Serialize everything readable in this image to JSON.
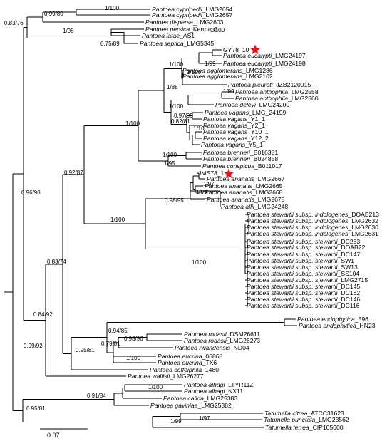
{
  "figure": {
    "scale_bar_label": "0.07",
    "marker_color": "#e8141a",
    "marker_icon": "star-icon"
  },
  "taxa": [
    {
      "genus": "Pantoea",
      "epithet": "cypripedii",
      "strain": "_LMG2654"
    },
    {
      "genus": "Pantoea",
      "epithet": "cypripedii",
      "strain": "_LMG2657"
    },
    {
      "genus": "Pantoea",
      "epithet": "dispersa",
      "strain": "_LMG2603"
    },
    {
      "genus": "Pantoea",
      "epithet": "persica",
      "strain": "_Kerman3"
    },
    {
      "genus": "Pantoea",
      "epithet": "latae",
      "strain": "_AS1"
    },
    {
      "genus": "Pantoea",
      "epithet": "septica",
      "strain": "_LMG5345"
    },
    {
      "plain": "GY78_10",
      "marked": true
    },
    {
      "genus": "Pantoea",
      "epithet": "eucalypti",
      "strain": "_LMG24197"
    },
    {
      "genus": "Pantoea",
      "epithet": "eucalypti",
      "strain": "_LMG24198"
    },
    {
      "genus": "Pantoea",
      "epithet": "agglomerans",
      "strain": "_LMG1286"
    },
    {
      "genus": "Pantoea",
      "epithet": "agglomerans",
      "strain": "_LMG2102"
    },
    {
      "genus": "Pantoea",
      "epithet": "pleuroti",
      "strain": "_JZB2120015"
    },
    {
      "genus": "Pantoea",
      "epithet": "anthophila",
      "strain": "_LMG2558"
    },
    {
      "genus": "Pantoea",
      "epithet": "anthophila",
      "strain": "_LMG2560"
    },
    {
      "genus": "Pantoea",
      "epithet": "deleyi",
      "strain": "_LMG24200"
    },
    {
      "genus": "Pantoea",
      "epithet": "vagans",
      "strain": "_LMG_24199"
    },
    {
      "genus": "Pantoea",
      "epithet": "vagans",
      "strain": "_Y1_1"
    },
    {
      "genus": "Pantoea",
      "epithet": "vagans",
      "strain": "_Y2_1"
    },
    {
      "genus": "Pantoea",
      "epithet": "vagans",
      "strain": "_Y10_1"
    },
    {
      "genus": "Pantoea",
      "epithet": "vagans",
      "strain": "_Y12_2"
    },
    {
      "genus": "Pantoea",
      "epithet": "vagans",
      "strain": "_Y5_1"
    },
    {
      "genus": "Pantoea",
      "epithet": "brenneri",
      "strain": "_B016381"
    },
    {
      "genus": "Pantoea",
      "epithet": "brenneri",
      "strain": "_B024858"
    },
    {
      "genus": "Pantoea",
      "epithet": "conspicua",
      "strain": "_B011017"
    },
    {
      "plain": "JMS78_1",
      "marked": true
    },
    {
      "genus": "Pantoea",
      "epithet": "ananatis",
      "strain": "_LMG2667"
    },
    {
      "genus": "Pantoea",
      "epithet": "ananatis",
      "strain": "_LMG2665"
    },
    {
      "genus": "Pantoea",
      "epithet": "ananatis",
      "strain": "_LMG2668"
    },
    {
      "genus": "Pantoea",
      "epithet": "ananatis",
      "strain": "_LMG2675"
    },
    {
      "genus": "Pantoea",
      "epithet": "allii",
      "strain": "_LMG24248"
    },
    {
      "genus": "Pantoea",
      "epithet": "stewartii",
      "subsp": "indologenes",
      "strain": "_DOAB213"
    },
    {
      "genus": "Pantoea",
      "epithet": "stewartii",
      "subsp": "indologenes",
      "strain": "_LMG2632"
    },
    {
      "genus": "Pantoea",
      "epithet": "stewartii",
      "subsp": "indologenes",
      "strain": "_LMG2630"
    },
    {
      "genus": "Pantoea",
      "epithet": "stewartii",
      "subsp": "indologenes",
      "strain": "_LMG2631"
    },
    {
      "genus": "Pantoea",
      "epithet": "stewartii",
      "subsp": "stewartii",
      "strain": "_DC283"
    },
    {
      "genus": "Pantoea",
      "epithet": "stewartii",
      "subsp": "stewartii",
      "strain": "_DOAB22"
    },
    {
      "genus": "Pantoea",
      "epithet": "stewartii",
      "subsp": "stewartii",
      "strain": "_DC147"
    },
    {
      "genus": "Pantoea",
      "epithet": "stewartii",
      "subsp": "stewartii",
      "strain": "_SW1"
    },
    {
      "genus": "Pantoea",
      "epithet": "stewartii",
      "subsp": "stewartii",
      "strain": "_SW13"
    },
    {
      "genus": "Pantoea",
      "epithet": "stewartii",
      "subsp": "stewartii",
      "strain": "_SS104"
    },
    {
      "genus": "Pantoea",
      "epithet": "stewartii",
      "subsp": "stewartii",
      "strain": "_LMG2715"
    },
    {
      "genus": "Pantoea",
      "epithet": "stewartii",
      "subsp": "stewartii",
      "strain": "_DC145"
    },
    {
      "genus": "Pantoea",
      "epithet": "stewartii",
      "subsp": "stewartii",
      "strain": "_DC162"
    },
    {
      "genus": "Pantoea",
      "epithet": "stewartii",
      "subsp": "stewartii",
      "strain": "_DC146"
    },
    {
      "genus": "Pantoea",
      "epithet": "stewartii",
      "subsp": "stewartii",
      "strain": "_DC116"
    },
    {
      "genus": "Pantoea",
      "epithet": "endophytica",
      "strain": "_596"
    },
    {
      "genus": "Pantoea",
      "epithet": "endophytica",
      "strain": "_HN23"
    },
    {
      "genus": "Pantoea",
      "epithet": "rodasii",
      "strain": "_DSM26611"
    },
    {
      "genus": "Pantoea",
      "epithet": "rodasii",
      "strain": "_LMG26273"
    },
    {
      "genus": "Pantoea",
      "epithet": "rwandensis",
      "strain": "_ND04"
    },
    {
      "genus": "Pantoea",
      "epithet": "eucrina",
      "strain": "_06868"
    },
    {
      "genus": "Pantoea",
      "epithet": "eucrina",
      "strain": "_TX6"
    },
    {
      "genus": "Pantoea",
      "epithet": "coffeiphila",
      "strain": "_1480"
    },
    {
      "genus": "Pantoea",
      "epithet": "wallisii",
      "strain": "_LMG26277"
    },
    {
      "genus": "Pantoea",
      "epithet": "alhagi",
      "strain": "_LTYR11Z"
    },
    {
      "genus": "Pantoea",
      "epithet": "alhagi",
      "strain": "_NX11"
    },
    {
      "genus": "Pantoea",
      "epithet": "calida",
      "strain": "_LMG25383"
    },
    {
      "genus": "Pantoea",
      "epithet": "gaviniae",
      "strain": "_LMG25382"
    },
    {
      "genus": "Tatumella",
      "epithet": "citrea",
      "strain": "_ATCC31623"
    },
    {
      "genus": "Tatumella",
      "epithet": "punctata",
      "strain": "_LMG23562"
    },
    {
      "genus": "Tatumella",
      "epithet": "terrea",
      "strain": "_CIP105600"
    }
  ],
  "supports": [
    "0.83/76",
    "0.99/80",
    "1/100",
    "1/98",
    "0.75/89",
    "1/100",
    "1/99",
    "1/100",
    "1/100",
    "1/88",
    "1/99",
    "1/100",
    "0.97/99",
    "1/100",
    "0.82/81",
    "1/100",
    "1/95",
    "1/100",
    "0.92/87",
    "1/97",
    "1/99",
    "0.98/95",
    "1/100",
    "1/100",
    "0.96/98",
    "0.83/74",
    "0.94/85",
    "0.98/96",
    "0.79/81",
    "0.95/81",
    "1/100",
    "0.84/92",
    "0.99/92",
    "1/100",
    "0.91/84",
    "0.95/81",
    "1/97",
    "1/99"
  ]
}
